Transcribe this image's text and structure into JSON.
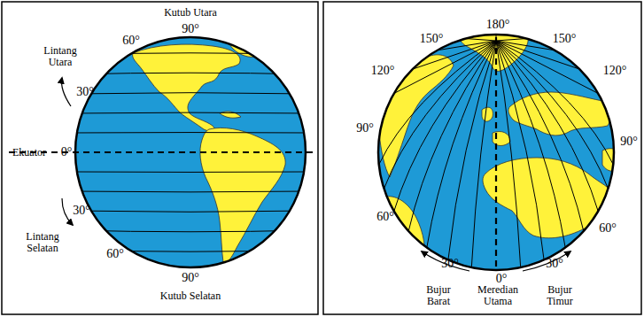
{
  "diagram": {
    "labels": [
      "Kutub Utara",
      "90°",
      "60°",
      "Lintang Utara",
      "30°",
      "Ekuator",
      "0°",
      "30°",
      "Lintang Selatan",
      "60°",
      "90°",
      "Kutub Selatan",
      "150°",
      "180°",
      "150°",
      "120°",
      "120°",
      "90°",
      "90°",
      "60°",
      "60°",
      "30°",
      "0°",
      "30°",
      "Bujur Barat",
      "Meredian Utama",
      "Bujur Timur"
    ]
  }
}
